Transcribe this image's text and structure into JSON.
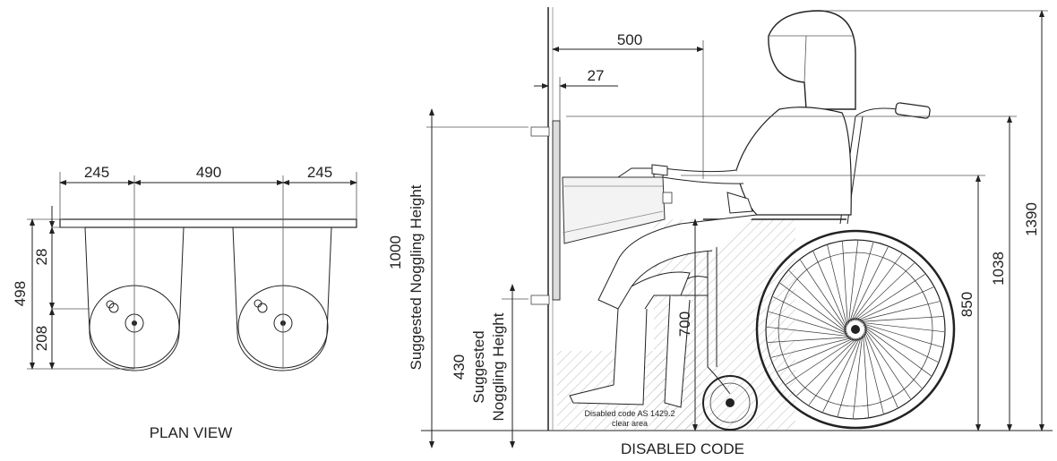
{
  "plan": {
    "dim_left": "245",
    "dim_center": "490",
    "dim_right": "245",
    "dim_total_height": "498",
    "dim_top": "28",
    "dim_bottom": "208",
    "caption": "PLAN VIEW"
  },
  "side": {
    "dim_500": "500",
    "dim_27": "27",
    "dim_1390": "1390",
    "dim_1038": "1038",
    "dim_850": "850",
    "dim_700": "700",
    "nog_high_value": "1000",
    "nog_high_label": "Suggested Noggling Height",
    "nog_low_value": "430",
    "nog_low_label_1": "Suggested",
    "nog_low_label_2": "Noggling Height",
    "clear_area_line1": "Disabled code AS 1429.2",
    "clear_area_line2": "clear area",
    "caption": "DISABLED CODE"
  }
}
